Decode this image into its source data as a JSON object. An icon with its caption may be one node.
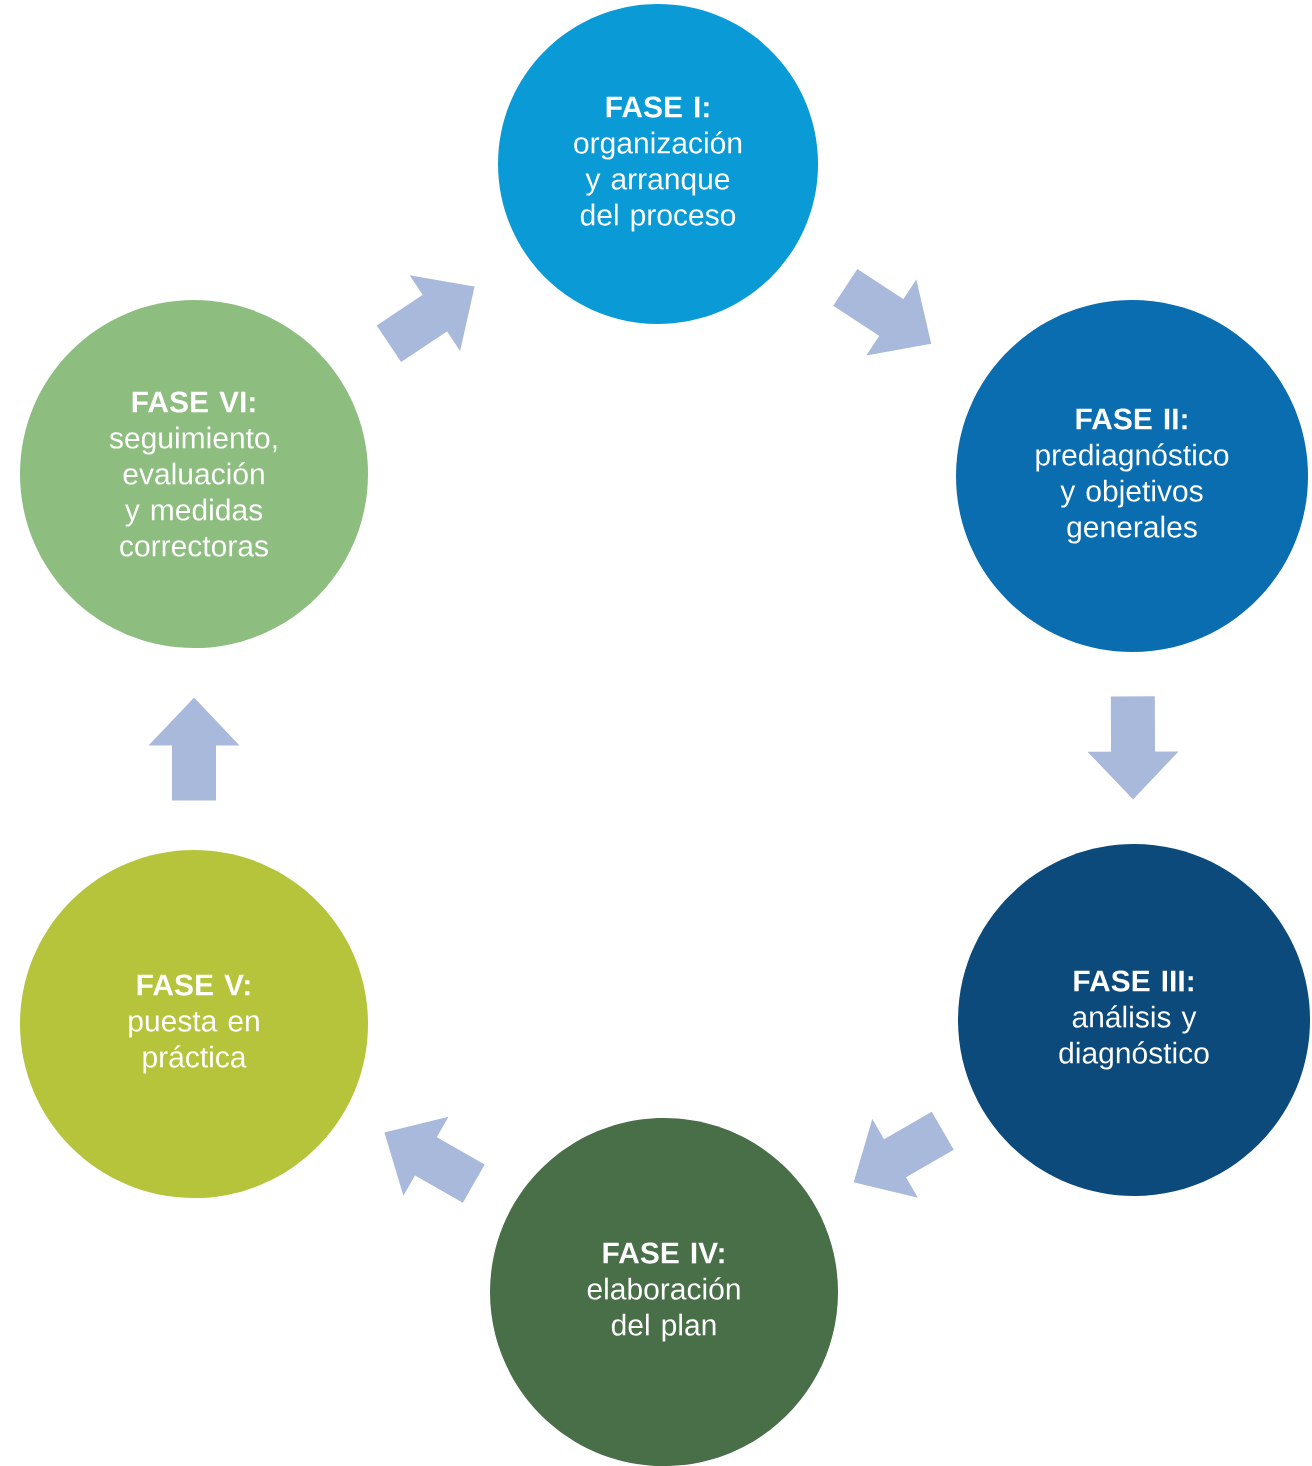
{
  "diagram": {
    "nodes": [
      {
        "text": [
          "FASE I:",
          "organización y arranque del proceso"
        ]
      },
      {
        "text": [
          "FASE II:",
          "prediagnóstico y objetivos generales"
        ]
      },
      {
        "text": [
          "FASE III:",
          "análisis y diagnóstico"
        ]
      },
      {
        "text": [
          "FASE IV:",
          "elaboración del plan"
        ]
      },
      {
        "text": [
          "FASE V:",
          "puesta en práctica"
        ]
      },
      {
        "text": [
          "FASE VI:",
          "seguimiento, evaluación y medidas correctoras"
        ]
      }
    ],
    "edges": [
      {
        "from": 0,
        "to": 1,
        "arrow": "to"
      },
      {
        "from": 1,
        "to": 2,
        "arrow": "to"
      },
      {
        "from": 2,
        "to": 3,
        "arrow": "to"
      },
      {
        "from": 3,
        "to": 4,
        "arrow": "to"
      },
      {
        "from": 4,
        "to": 5,
        "arrow": "to"
      },
      {
        "from": 5,
        "to": 0,
        "arrow": "to"
      }
    ]
  }
}
